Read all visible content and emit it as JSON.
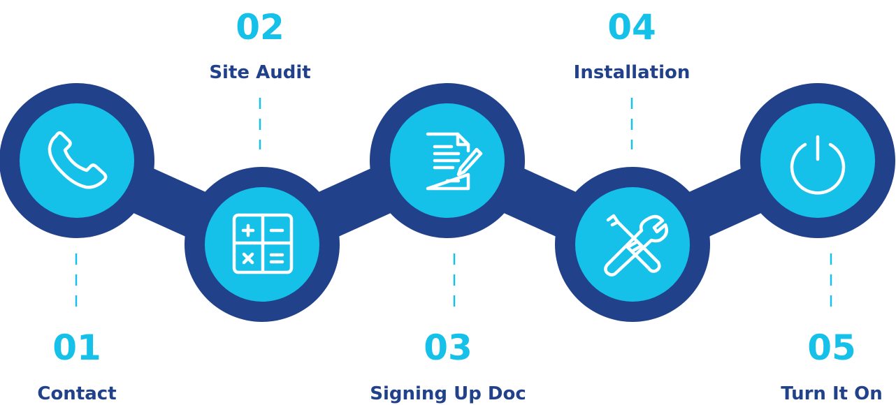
{
  "colors": {
    "navy": "#21428A",
    "cyan": "#16C1E9"
  },
  "steps": [
    {
      "number": "01",
      "label": "Contact",
      "icon": "phone-icon"
    },
    {
      "number": "02",
      "label": "Site Audit",
      "icon": "calculator-icon"
    },
    {
      "number": "03",
      "label": "Signing Up Doc",
      "icon": "document-pen-icon"
    },
    {
      "number": "04",
      "label": "Installation",
      "icon": "tools-icon"
    },
    {
      "number": "05",
      "label": "Turn It On",
      "icon": "power-icon"
    }
  ]
}
